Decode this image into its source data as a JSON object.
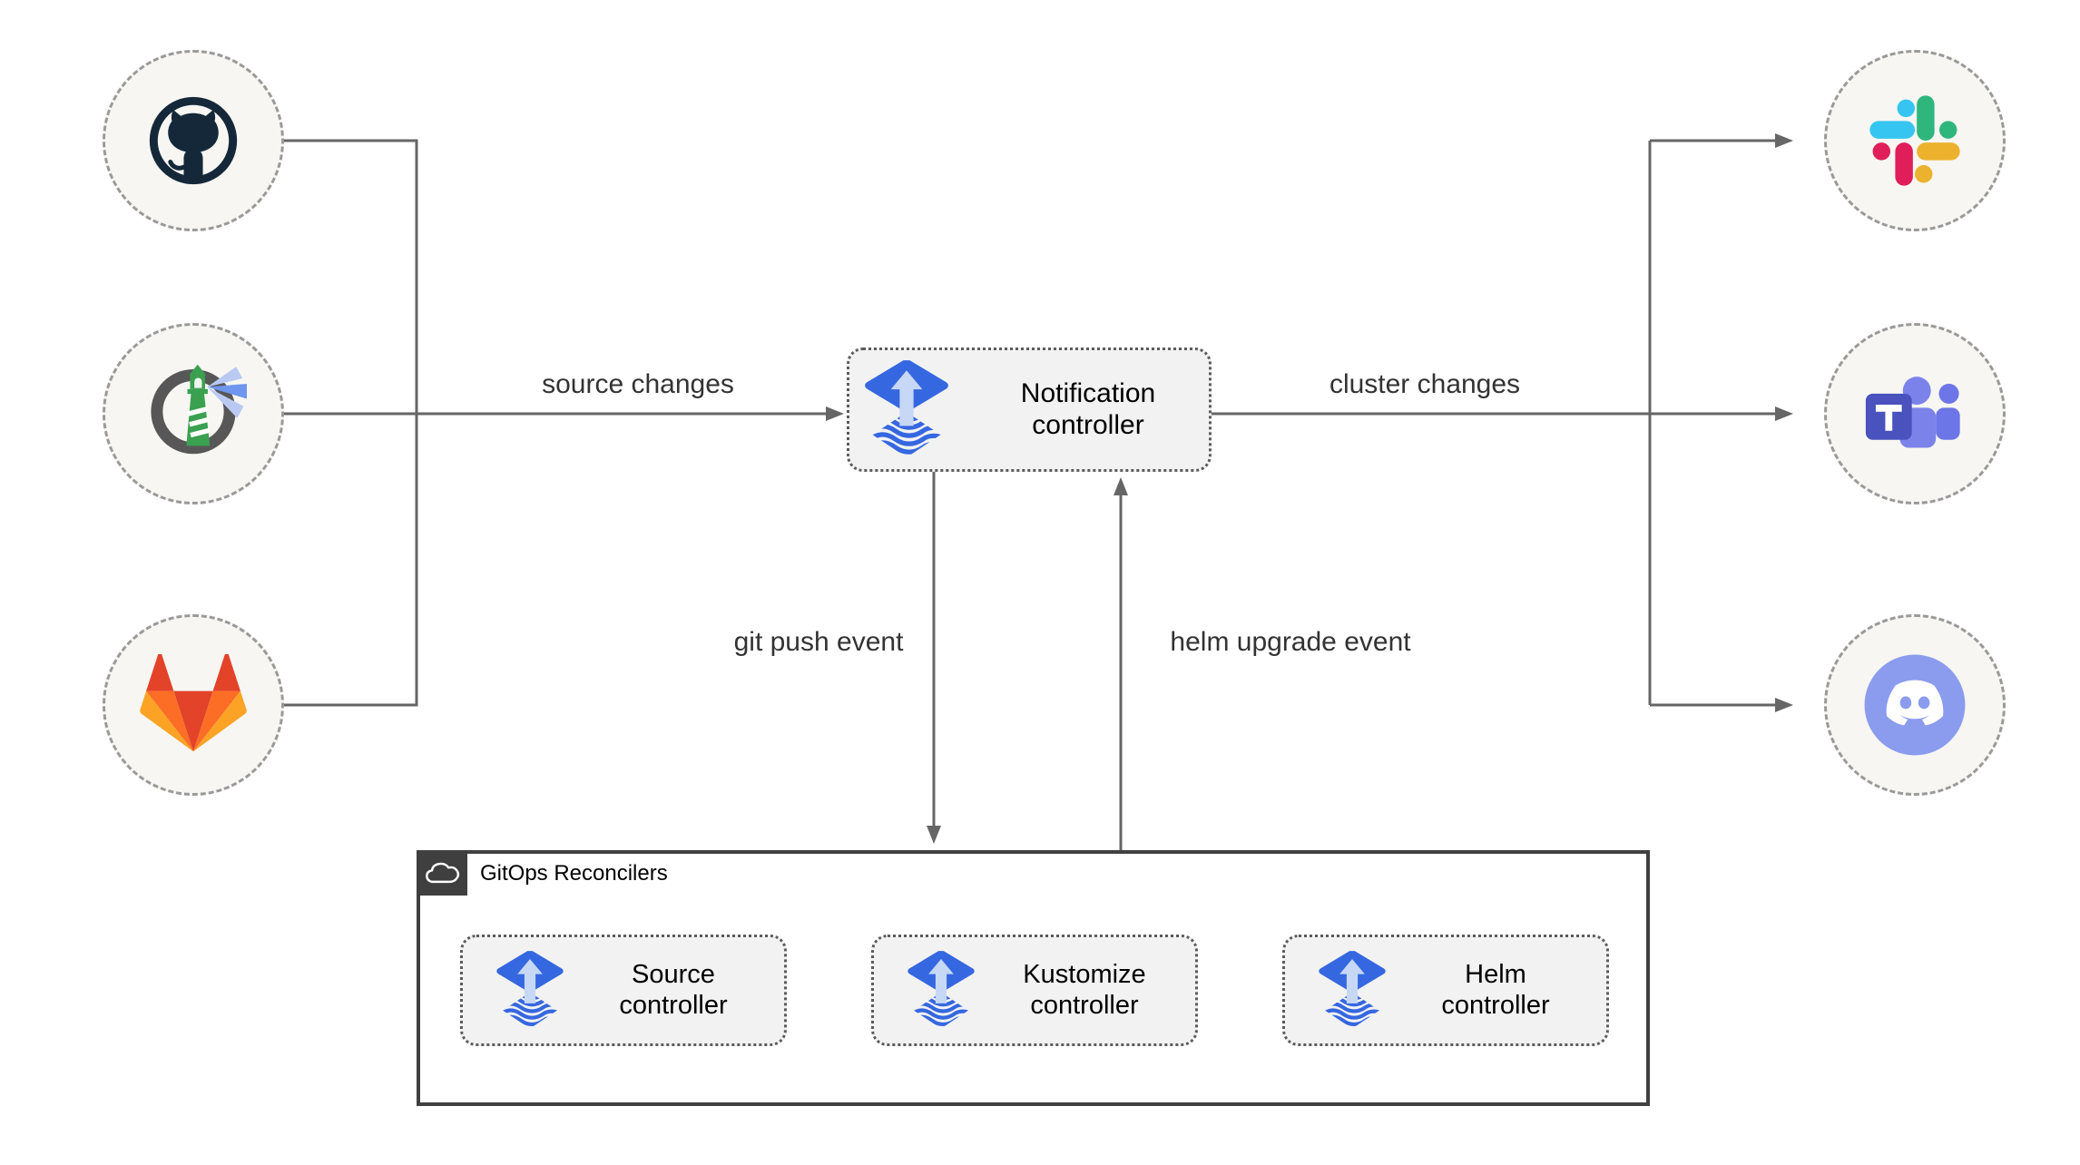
{
  "nodes": {
    "notification": {
      "label": "Notification controller",
      "icon": "flux-icon"
    },
    "source": {
      "label": "Source controller",
      "icon": "flux-icon"
    },
    "kustomize": {
      "label": "Kustomize controller",
      "icon": "flux-icon"
    },
    "helm": {
      "label": "Helm controller",
      "icon": "flux-icon"
    }
  },
  "container": {
    "label": "GitOps Reconcilers",
    "icon": "cloud-icon"
  },
  "edge_labels": {
    "source_changes": "source changes",
    "cluster_changes": "cluster changes",
    "git_push_event": "git push event",
    "helm_upgrade_event": "helm upgrade event"
  },
  "endpoints": {
    "sources": [
      {
        "icon": "github-icon"
      },
      {
        "icon": "harbor-icon"
      },
      {
        "icon": "gitlab-icon"
      }
    ],
    "notifiers": [
      {
        "icon": "slack-icon"
      },
      {
        "icon": "teams-icon"
      },
      {
        "icon": "discord-icon"
      }
    ]
  },
  "colors": {
    "flux_blue": "#3567e0",
    "flux_arrow_light": "#c7d7f6",
    "connector_gray": "#666666",
    "node_fill": "#f2f2f2",
    "node_border": "#5c5c5c",
    "circle_fill": "#f7f6f2",
    "circle_border": "#9a9a9a",
    "container_border": "#404040",
    "edge_label_color": "#333333",
    "github_dark": "#14283a",
    "harbor_gray": "#575757",
    "harbor_green": "#3aa150",
    "harbor_beam_light": "#b9c9f2",
    "harbor_beam_mid": "#6f96ee",
    "gitlab_red": "#e24329",
    "gitlab_orange": "#fc6d26",
    "gitlab_yellow": "#fca326",
    "slack_blue": "#36c5f0",
    "slack_green": "#2eb67d",
    "slack_red": "#e01e5a",
    "slack_yellow": "#ecb22e",
    "teams_purple": "#4a52bd",
    "teams_light": "#7b83eb",
    "teams_mid": "#6d76e6",
    "discord_blurple": "#8b9cee"
  }
}
